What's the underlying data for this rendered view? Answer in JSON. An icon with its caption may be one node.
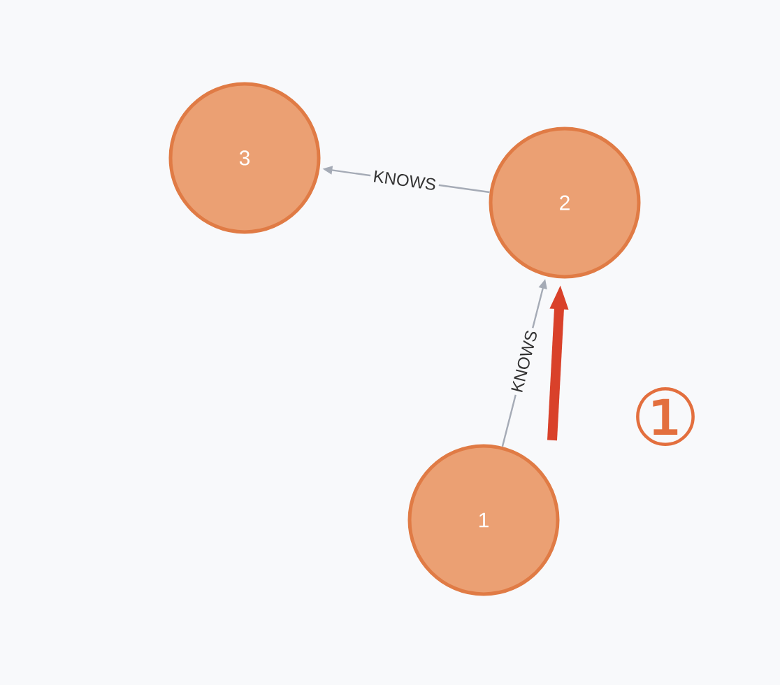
{
  "diagram": {
    "nodes": [
      {
        "text": [
          "3"
        ]
      },
      {
        "text": [
          "2"
        ]
      },
      {
        "text": [
          "1"
        ]
      }
    ],
    "edges": [
      {
        "from": 1,
        "to": 0,
        "arrow": "to",
        "label": "KNOWS"
      },
      {
        "from": 2,
        "to": 1,
        "arrow": "to",
        "label": "KNOWS"
      },
      {
        "from": null,
        "to": 1,
        "arrow": "to",
        "style": "thick",
        "color": "#d9412a"
      }
    ],
    "labels": [
      "①"
    ]
  }
}
